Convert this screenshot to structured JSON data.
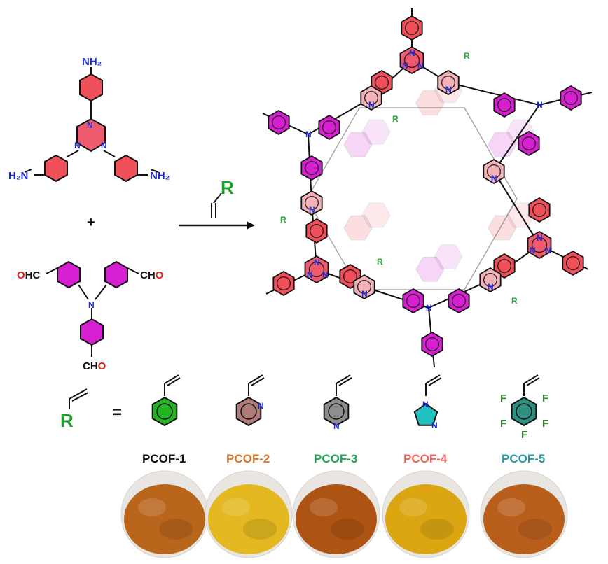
{
  "reagents": {
    "amine_label_top": "NH₂",
    "amine_label_left": "H₂N",
    "amine_label_right": "NH₂",
    "triazine_n": "N",
    "plus": "+",
    "aldehyde_left": "OHC",
    "aldehyde_right": "CHO",
    "aldehyde_bottom": "CHO",
    "amine_n": "N"
  },
  "arrow": {
    "reagent_label": "R"
  },
  "legend": {
    "r_label": "R",
    "equals": "="
  },
  "substituents": [
    {
      "id": "PCOF-1",
      "label": "PCOF-1",
      "ring_color": "#22b522",
      "caption_color": "#111111",
      "powder_color": "#b9651c",
      "hetero": "",
      "fluoro": false
    },
    {
      "id": "PCOF-2",
      "label": "PCOF-2",
      "ring_color": "#b07a76",
      "caption_color": "#d9762a",
      "powder_color": "#e3b820",
      "hetero": "N",
      "fluoro": false
    },
    {
      "id": "PCOF-3",
      "label": "PCOF-3",
      "ring_color": "#8e8e8e",
      "caption_color": "#21a55a",
      "powder_color": "#ad5314",
      "hetero": "N",
      "fluoro": false
    },
    {
      "id": "PCOF-4",
      "label": "PCOF-4",
      "ring_color": "#22c0c0",
      "caption_color": "#f0645a",
      "powder_color": "#dba612",
      "hetero": "N",
      "fluoro": false
    },
    {
      "id": "PCOF-5",
      "label": "PCOF-5",
      "ring_color": "#2f8f80",
      "caption_color": "#2a9aa0",
      "powder_color": "#b85f1c",
      "hetero": "",
      "fluoro": true
    }
  ],
  "fluorine_label": "F",
  "framework": {
    "n_label": "N",
    "r_label": "R"
  },
  "colors": {
    "triazine": "#ee5a6e",
    "phenyl_red": "#f0505a",
    "phenyl_magenta": "#d61fd1",
    "quinoline": "#f3b3b8",
    "bond": "#111111"
  }
}
